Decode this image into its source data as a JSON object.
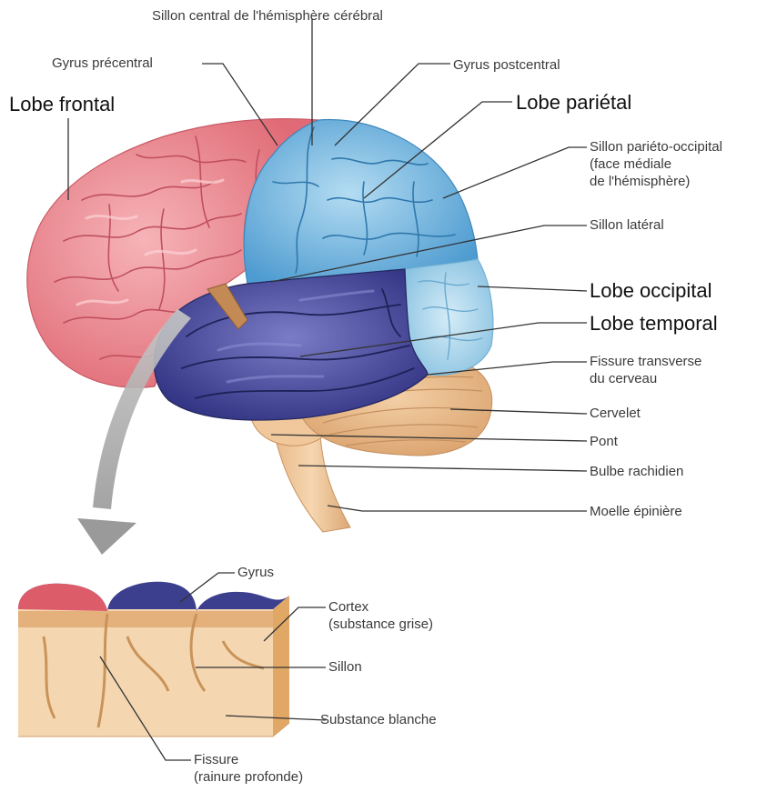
{
  "colors": {
    "frontal": "#e8707a",
    "frontal_light": "#f4a5ab",
    "parietal": "#5aa8d6",
    "parietal_light": "#9ccbe9",
    "occipital": "#9ed0ea",
    "temporal": "#3e4092",
    "temporal_light": "#6a6cb8",
    "cerebellum": "#e6b383",
    "brainstem": "#efc79c",
    "grey_matter": "#e0b07c",
    "white_matter": "#f7dfbf",
    "arrow": "#a9a9a9",
    "leader": "#333333"
  },
  "labels": {
    "sillon_central": "Sillon central de l'hémisphère cérébral",
    "gyrus_precentral": "Gyrus précentral",
    "lobe_frontal": "Lobe frontal",
    "gyrus_postcentral": "Gyrus postcentral",
    "lobe_parietal": "Lobe pariétal",
    "sillon_parieto_1": "Sillon pariéto-occipital",
    "sillon_parieto_2": "(face médiale",
    "sillon_parieto_3": "de l'hémisphère)",
    "sillon_lateral": "Sillon latéral",
    "lobe_occipital": "Lobe occipital",
    "lobe_temporal": "Lobe temporal",
    "fissure_transverse_1": "Fissure transverse",
    "fissure_transverse_2": "du cerveau",
    "cervelet": "Cervelet",
    "pont": "Pont",
    "bulbe": "Bulbe rachidien",
    "moelle": "Moelle épinière",
    "gyrus": "Gyrus",
    "cortex_1": "Cortex",
    "cortex_2": "(substance grise)",
    "sillon": "Sillon",
    "substance_blanche": "Substance blanche",
    "fissure_1": "Fissure",
    "fissure_2": "(rainure profonde)"
  }
}
